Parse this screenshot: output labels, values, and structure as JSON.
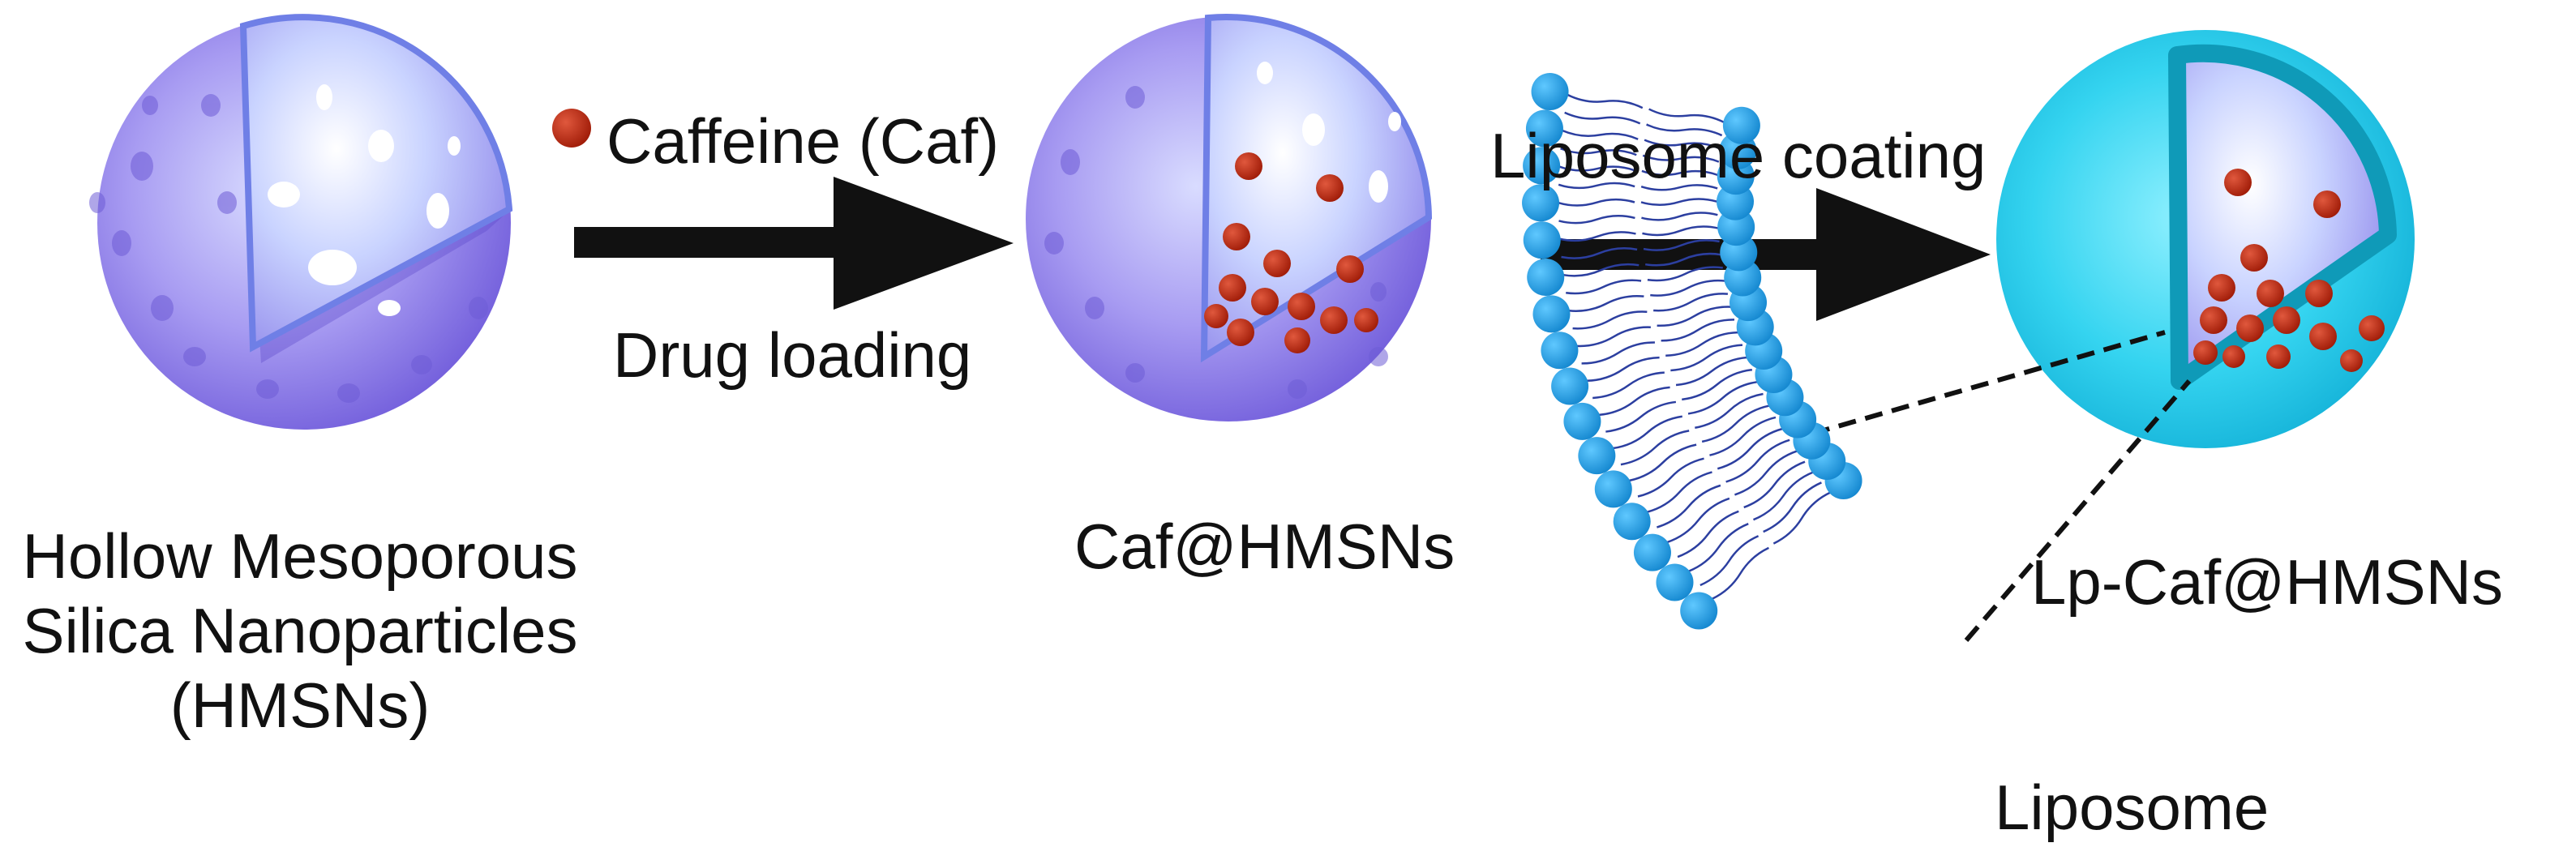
{
  "labels": {
    "hmsn_line1": "Hollow Mesoporous",
    "hmsn_line2": "Silica Nanoparticles",
    "hmsn_line3": "(HMSNs)",
    "caffeine": "Caffeine (Caf)",
    "drug_loading": "Drug loading",
    "caf_hmsns": "Caf@HMSNs",
    "liposome_coating": "Liposome coating",
    "lp_caf_hmsns": "Lp-Caf@HMSNs",
    "liposome": "Liposome"
  },
  "colors": {
    "sphere_violet": "#7f6ae6",
    "sphere_light": "#eef0ff",
    "drug_red": "#b8260f",
    "liposome_cyan": "#1fc7e8",
    "lipid_head": "#1e9fe0",
    "arrow": "#111111"
  }
}
